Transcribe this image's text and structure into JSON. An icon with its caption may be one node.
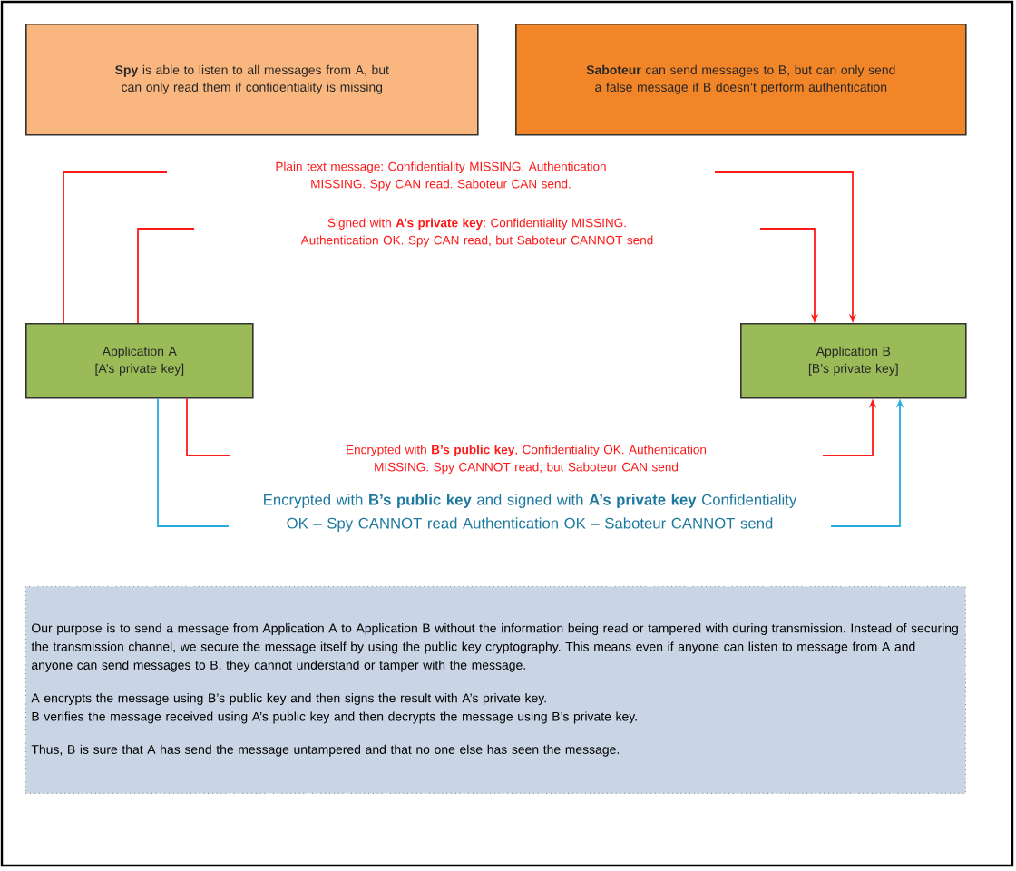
{
  "diagram": {
    "nodes": [
      {
        "text": [
          "**Spy** is able to listen to all messages from A, but can only read them if confidentiality is missing"
        ]
      },
      {
        "text": [
          "**Saboteur** can send messages to B, but can only send a false message if B doesn’t perform authentication"
        ]
      },
      {
        "text": [
          "Application A",
          "[A’s private key]"
        ]
      },
      {
        "text": [
          "Application B",
          "[B’s private key]"
        ]
      },
      {
        "text": [
          "Our purpose is to send a message from Application A to Application B without the information being read or tampered with during transmission. Instead of securing the transmission channel, we secure the message itself by using the public key cryptography. This means even if anyone can listen to message from A and anyone can send messages to B, they cannot understand or tamper with the message.",
          "A encrypts the message using B’s public key and then signs the result with A’s private key.",
          "B verifies the message received using A’s public key and then decrypts the message using B’s private key.",
          "Thus, B is sure that A has send the message untampered and that no one else has seen the message."
        ]
      }
    ],
    "edges": [
      {
        "from": 2,
        "to": 3,
        "arrow": "to",
        "label": "Plain text message: Confidentiality MISSING. Authentication MISSING. Spy CAN read. Saboteur CAN send."
      },
      {
        "from": 2,
        "to": 3,
        "arrow": "to",
        "label": "Signed with **A’s private key**: Confidentiality MISSING. Authentication OK. Spy CAN read, but Saboteur CANNOT send"
      },
      {
        "from": 2,
        "to": 3,
        "arrow": "to",
        "label": "Encrypted with **B’s public key**, Confidentiality OK. Authentication MISSING. Spy CANNOT read, but Saboteur CAN send"
      },
      {
        "from": 2,
        "to": 3,
        "arrow": "to",
        "label": "Encrypted with **B’s public key** and signed with **A’s private key** Confidentiality OK – Spy CANNOT read Authentication OK – Saboteur CANNOT send",
        "color": "#29abe2"
      }
    ]
  }
}
